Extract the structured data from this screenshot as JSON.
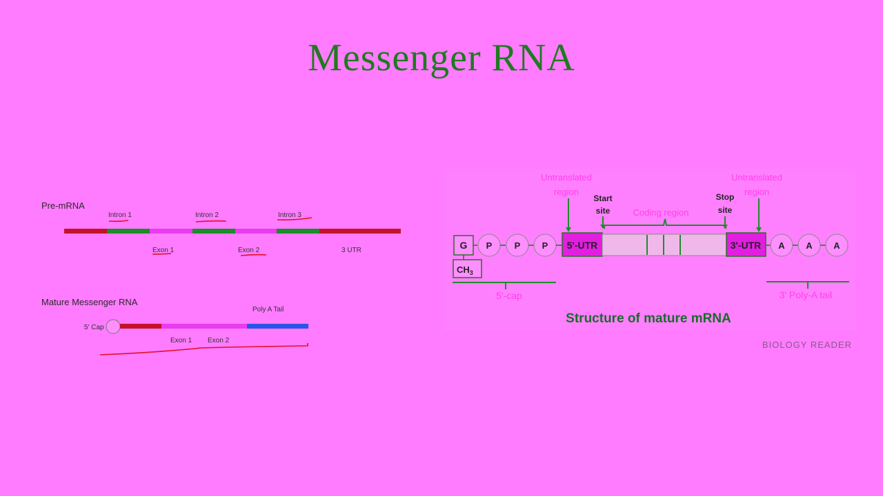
{
  "title": "Messenger RNA",
  "colors": {
    "background": "#ff7bff",
    "title": "#1f7a1f",
    "red_segment": "#c4122a",
    "green_segment": "#1d8c2a",
    "magenta_segment": "#e93bf0",
    "blue_segment": "#2a55e8",
    "annotation_underline": "#e0102a"
  },
  "pre_mrna": {
    "label": "Pre-mRNA",
    "introns": [
      "Intron 1",
      "Intron 2",
      "Intron 3"
    ],
    "exons": [
      "Exon 1",
      "Exon 2"
    ],
    "utr": "3 UTR"
  },
  "mature_mrna": {
    "label": "Mature Messenger RNA",
    "cap": "5' Cap",
    "poly_a": "Poly A Tail",
    "exons": [
      "Exon 1",
      "Exon 2"
    ]
  },
  "structure": {
    "utr_label_left": [
      "Untranslated",
      "region"
    ],
    "utr_label_right": [
      "Untranslated",
      "region"
    ],
    "start_site": [
      "Start",
      "site"
    ],
    "stop_site": [
      "Stop",
      "site"
    ],
    "coding_region": "Coding region",
    "cap_nodes": [
      "G",
      "P",
      "P",
      "P"
    ],
    "methyl": "CH",
    "methyl_sub": "3",
    "utr5": "5'-UTR",
    "utr3": "3'-UTR",
    "tail_nodes": [
      "A",
      "A",
      "A"
    ],
    "cap_label": "5'-cap",
    "tail_label": "3' Poly-A tail",
    "caption": "Structure of mature mRNA",
    "credit": "BIOLOGY READER"
  }
}
